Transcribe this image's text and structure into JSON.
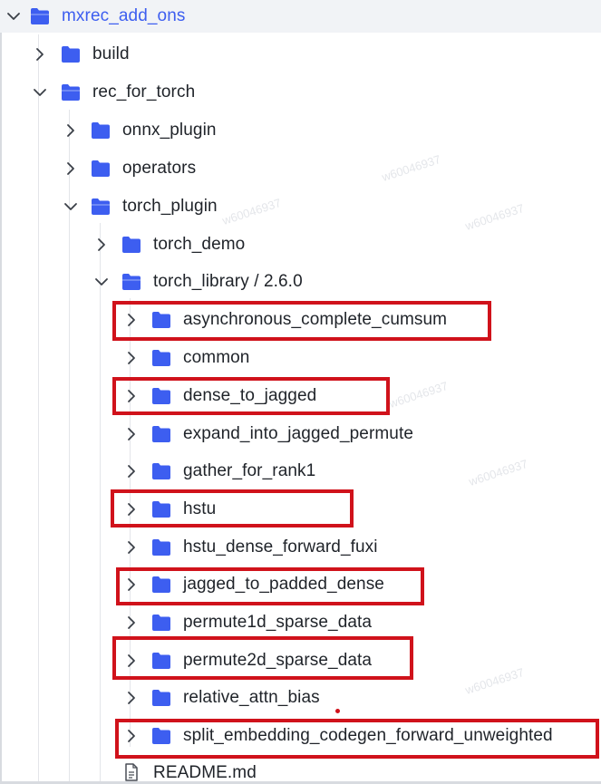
{
  "tree": {
    "root": {
      "label": "mxrec_add_ons",
      "expanded": true
    },
    "items": [
      {
        "label": "build",
        "level": 1,
        "expanded": false,
        "highlight": false
      },
      {
        "label": "rec_for_torch",
        "level": 1,
        "expanded": true,
        "highlight": false
      },
      {
        "label": "onnx_plugin",
        "level": 2,
        "expanded": false,
        "highlight": false
      },
      {
        "label": "operators",
        "level": 2,
        "expanded": false,
        "highlight": false
      },
      {
        "label": "torch_plugin",
        "level": 2,
        "expanded": true,
        "highlight": false
      },
      {
        "label": "torch_demo",
        "level": 3,
        "expanded": false,
        "highlight": false
      },
      {
        "label": "torch_library / 2.6.0",
        "level": 3,
        "expanded": true,
        "highlight": false
      },
      {
        "label": "asynchronous_complete_cumsum",
        "level": 4,
        "expanded": false,
        "highlight": true
      },
      {
        "label": "common",
        "level": 4,
        "expanded": false,
        "highlight": false
      },
      {
        "label": "dense_to_jagged",
        "level": 4,
        "expanded": false,
        "highlight": true
      },
      {
        "label": "expand_into_jagged_permute",
        "level": 4,
        "expanded": false,
        "highlight": false
      },
      {
        "label": "gather_for_rank1",
        "level": 4,
        "expanded": false,
        "highlight": false
      },
      {
        "label": "hstu",
        "level": 4,
        "expanded": false,
        "highlight": true
      },
      {
        "label": "hstu_dense_forward_fuxi",
        "level": 4,
        "expanded": false,
        "highlight": false
      },
      {
        "label": "jagged_to_padded_dense",
        "level": 4,
        "expanded": false,
        "highlight": true
      },
      {
        "label": "permute1d_sparse_data",
        "level": 4,
        "expanded": false,
        "highlight": false
      },
      {
        "label": "permute2d_sparse_data",
        "level": 4,
        "expanded": false,
        "highlight": true
      },
      {
        "label": "relative_attn_bias",
        "level": 4,
        "expanded": false,
        "highlight": false
      },
      {
        "label": "split_embedding_codegen_forward_unweighted",
        "level": 4,
        "expanded": false,
        "highlight": true
      }
    ],
    "file": {
      "label": "README.md",
      "icon": "markdown-file-icon"
    }
  },
  "watermark": "w60046937",
  "colors": {
    "folder": "#3d5ef0",
    "highlight_border": "#d0121b",
    "text": "#1f2329",
    "chevron": "#3a3f47"
  },
  "icons": {
    "collapsed": "chevron-right-icon",
    "expanded": "chevron-down-icon",
    "folder": "folder-icon",
    "open_folder": "folder-open-icon"
  }
}
